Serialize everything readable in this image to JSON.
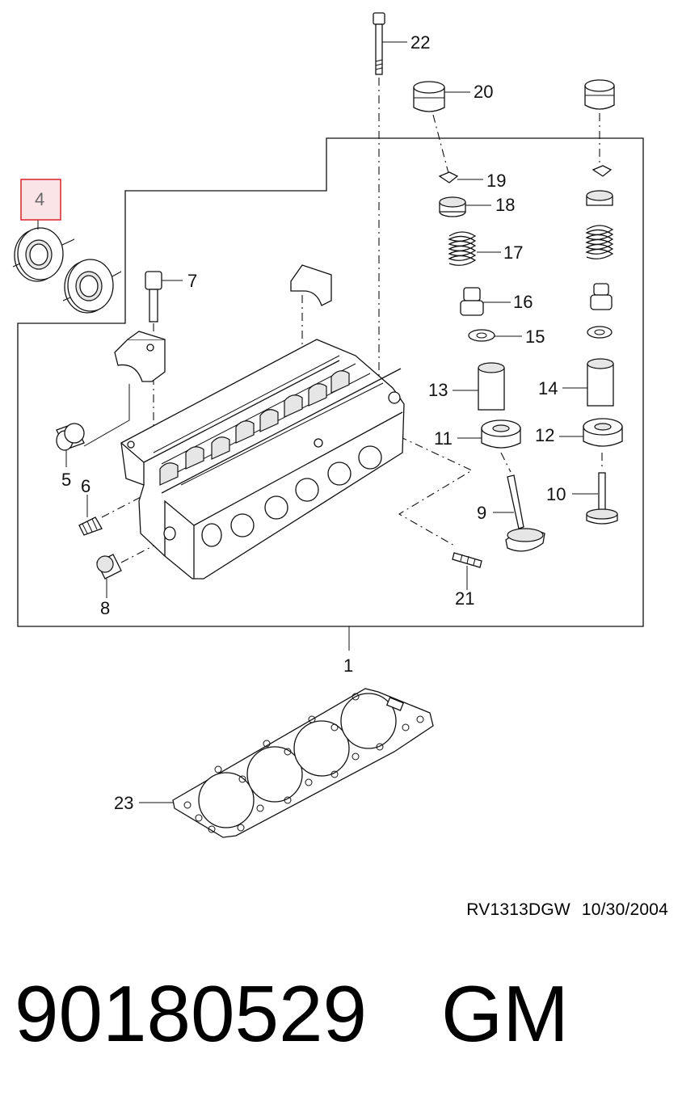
{
  "diagram": {
    "callouts": [
      {
        "id": "c1",
        "label": "1"
      },
      {
        "id": "c4",
        "label": "4",
        "highlighted": true
      },
      {
        "id": "c5",
        "label": "5"
      },
      {
        "id": "c6",
        "label": "6"
      },
      {
        "id": "c7",
        "label": "7"
      },
      {
        "id": "c8",
        "label": "8"
      },
      {
        "id": "c9",
        "label": "9"
      },
      {
        "id": "c10",
        "label": "10"
      },
      {
        "id": "c11",
        "label": "11"
      },
      {
        "id": "c12",
        "label": "12"
      },
      {
        "id": "c13",
        "label": "13"
      },
      {
        "id": "c14",
        "label": "14"
      },
      {
        "id": "c15",
        "label": "15"
      },
      {
        "id": "c16",
        "label": "16"
      },
      {
        "id": "c17",
        "label": "17"
      },
      {
        "id": "c18",
        "label": "18"
      },
      {
        "id": "c19",
        "label": "19"
      },
      {
        "id": "c20",
        "label": "20"
      },
      {
        "id": "c21",
        "label": "21"
      },
      {
        "id": "c22",
        "label": "22"
      },
      {
        "id": "c23",
        "label": "23"
      }
    ],
    "highlight_color": "#d9242a",
    "highlight_fill": "#fbe4e6"
  },
  "footer": {
    "ref_code": "RV1313DGW",
    "ref_date": "10/30/2004",
    "part_number": "90180529",
    "brand": "GM"
  }
}
